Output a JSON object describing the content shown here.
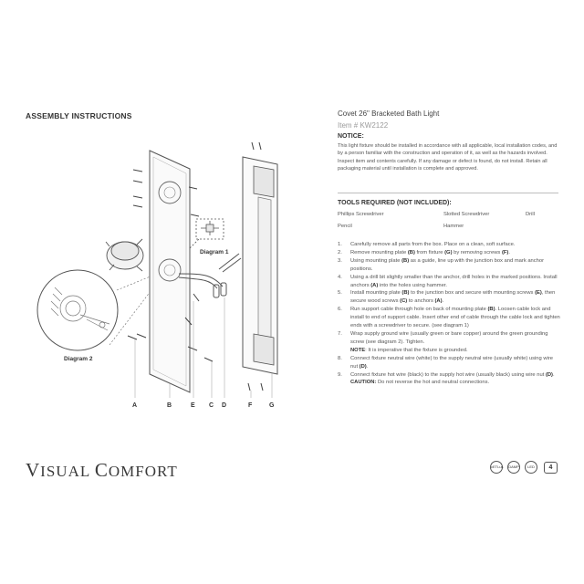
{
  "header": {
    "section_title": "ASSEMBLY INSTRUCTIONS",
    "product_title": "Covet 26\" Bracketed Bath Light",
    "item_number": "Item # KW2122"
  },
  "notice": {
    "heading": "NOTICE:",
    "text": "This light fixture should be installed in accordance with all applicable, local installation codes, and by a person familiar with the construction and operation of it, as well as the hazards involved. Inspect item and contents carefully. If any damage or defect is found, do not install. Retain all packaging material until installation is complete and approved."
  },
  "tools": {
    "heading": "TOOLS REQUIRED (NOT INCLUDED):",
    "items": [
      "Phillips Screwdriver",
      "Slotted Screwdriver",
      "Drill",
      "Pencil",
      "Hammer"
    ]
  },
  "steps": [
    {
      "num": "1.",
      "segments": [
        "Carefully remove all parts from the box. Place on a clean, soft surface."
      ]
    },
    {
      "num": "2.",
      "segments": [
        "Remove mounting plate ",
        "(B)",
        " from fixture ",
        "(G)",
        " by removing screws ",
        "(F)",
        "."
      ]
    },
    {
      "num": "3.",
      "segments": [
        "Using mounting plate ",
        "(B)",
        " as a guide, line up with the junction box and mark anchor positions."
      ]
    },
    {
      "num": "4.",
      "segments": [
        "Using a drill bit slightly smaller than the anchor, drill holes in the marked positions. Install anchors ",
        "(A)",
        " into the holes using hammer."
      ]
    },
    {
      "num": "5.",
      "segments": [
        "Install mounting plate ",
        "(B)",
        " to the junction box and secure with mounting screws ",
        "(E)",
        ", then secure wood screws ",
        "(C)",
        " to anchors ",
        "(A)",
        "."
      ]
    },
    {
      "num": "6.",
      "segments": [
        "Run support cable through hole on back of mounting plate ",
        "(B)",
        ". Loosen cable lock and install to end of support cable. Insert other end of cable through the cable lock and tighten ends with a screwdriver to secure. (see diagram 1)"
      ]
    },
    {
      "num": "7.",
      "segments": [
        "Wrap supply ground wire (usually green or bare copper) around the green grounding screw (see diagram 2). Tighten."
      ]
    },
    {
      "num": "",
      "segments": [
        "NOTE",
        ": It is imperative that the fixture is grounded."
      ]
    },
    {
      "num": "8.",
      "segments": [
        "Connect fixture neutral wire (white) to the supply neutral wire (usually white) using wire nut ",
        "(D)",
        "."
      ]
    },
    {
      "num": "9.",
      "segments": [
        "Connect fixture hot wire (black) to the supply hot wire (usually black) using wire nut ",
        "(D)",
        "."
      ]
    },
    {
      "num": "",
      "segments": [
        "CAUTION:",
        " Do not reverse the hot and neutral connections."
      ]
    }
  ],
  "diagram": {
    "diagram1_label": "Diagram 1",
    "diagram2_label": "Diagram 2",
    "part_labels": [
      "A",
      "B",
      "E",
      "C",
      "D",
      "F",
      "G"
    ]
  },
  "footer": {
    "brand_initial_1": "V",
    "brand_rest_1": "ISUAL ",
    "brand_initial_2": "C",
    "brand_rest_2": "OMFORT",
    "cert_marks": [
      "cETLus",
      "DAMP",
      "LED",
      "4"
    ]
  }
}
